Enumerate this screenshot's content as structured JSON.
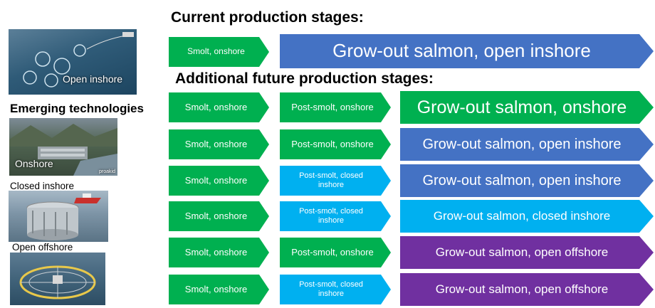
{
  "colors": {
    "green": "#00b050",
    "blue": "#4472c4",
    "light_blue": "#00b0f0",
    "purple": "#7030a0"
  },
  "sidebar": {
    "photo_open_inshore_label": "Open inshore",
    "emerging_title": "Emerging technologies",
    "photo_onshore_label": "Onshore",
    "photo_onshore_credit": "proakid",
    "closed_inshore_label": "Closed inshore",
    "open_offshore_label": "Open offshore"
  },
  "current": {
    "heading": "Current production stages:",
    "stage1": "Smolt, onshore",
    "stage2": "Grow-out salmon, open inshore"
  },
  "future": {
    "heading": "Additional future production stages:",
    "rows": [
      {
        "s1": "Smolt, onshore",
        "s2": "Post-smolt, onshore",
        "s3": "Grow-out salmon, onshore"
      },
      {
        "s1": "Smolt, onshore",
        "s2": "Post-smolt, onshore",
        "s3": "Grow-out salmon, open inshore"
      },
      {
        "s1": "Smolt, onshore",
        "s2": "Post-smolt, closed inshore",
        "s3": "Grow-out salmon, open inshore"
      },
      {
        "s1": "Smolt, onshore",
        "s2": "Post-smolt, closed inshore",
        "s3": "Grow-out salmon, closed inshore"
      },
      {
        "s1": "Smolt, onshore",
        "s2": "Post-smolt, onshore",
        "s3": "Grow-out salmon, open offshore"
      },
      {
        "s1": "Smolt, onshore",
        "s2": "Post-smolt, closed inshore",
        "s3": "Grow-out salmon, open offshore"
      }
    ]
  }
}
